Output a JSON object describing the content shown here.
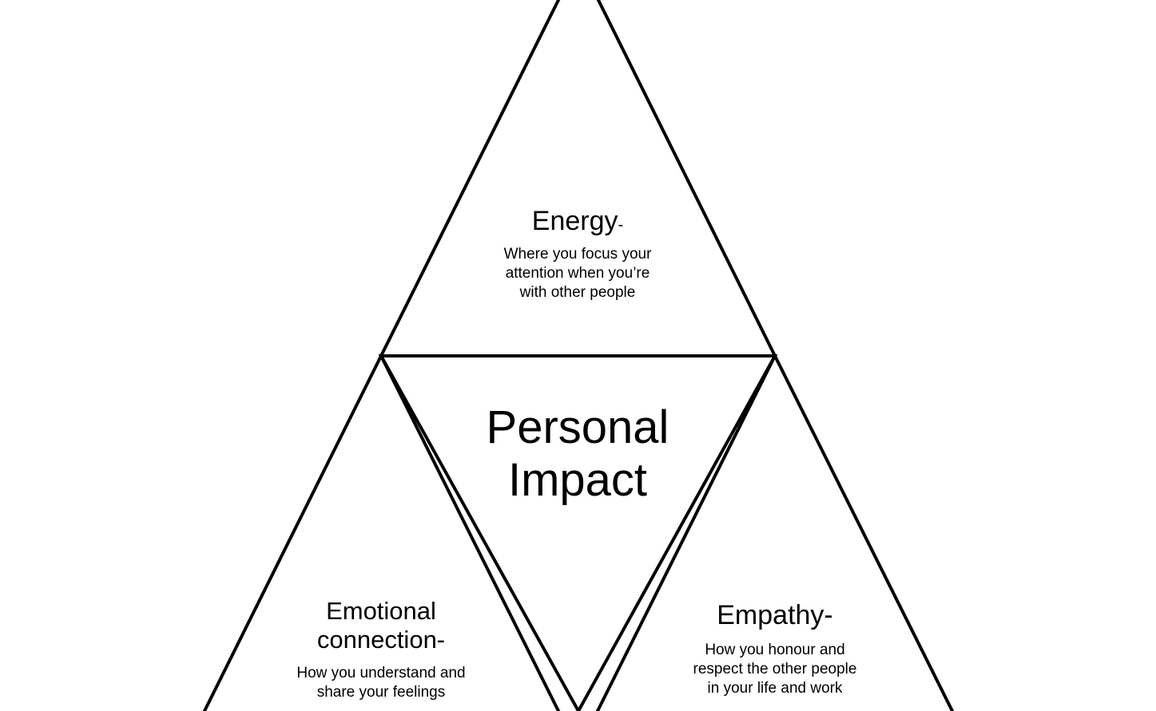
{
  "energy": {
    "title": "Energy",
    "dash": "-",
    "description_lines": [
      "Where you focus your",
      "attention when you’re",
      "with other people"
    ]
  },
  "center": {
    "line1": "Personal",
    "line2": "Impact"
  },
  "emotional": {
    "title_line1": "Emotional",
    "title_line2": "connection-",
    "description_lines": [
      "How you understand and",
      "share your feelings"
    ]
  },
  "empathy": {
    "title": "Empathy-",
    "description_lines": [
      "How you honour and",
      "respect the other people",
      "in your life and work"
    ]
  },
  "colors": {
    "stroke": "#000000",
    "background": "#ffffff",
    "text": "#000000"
  }
}
